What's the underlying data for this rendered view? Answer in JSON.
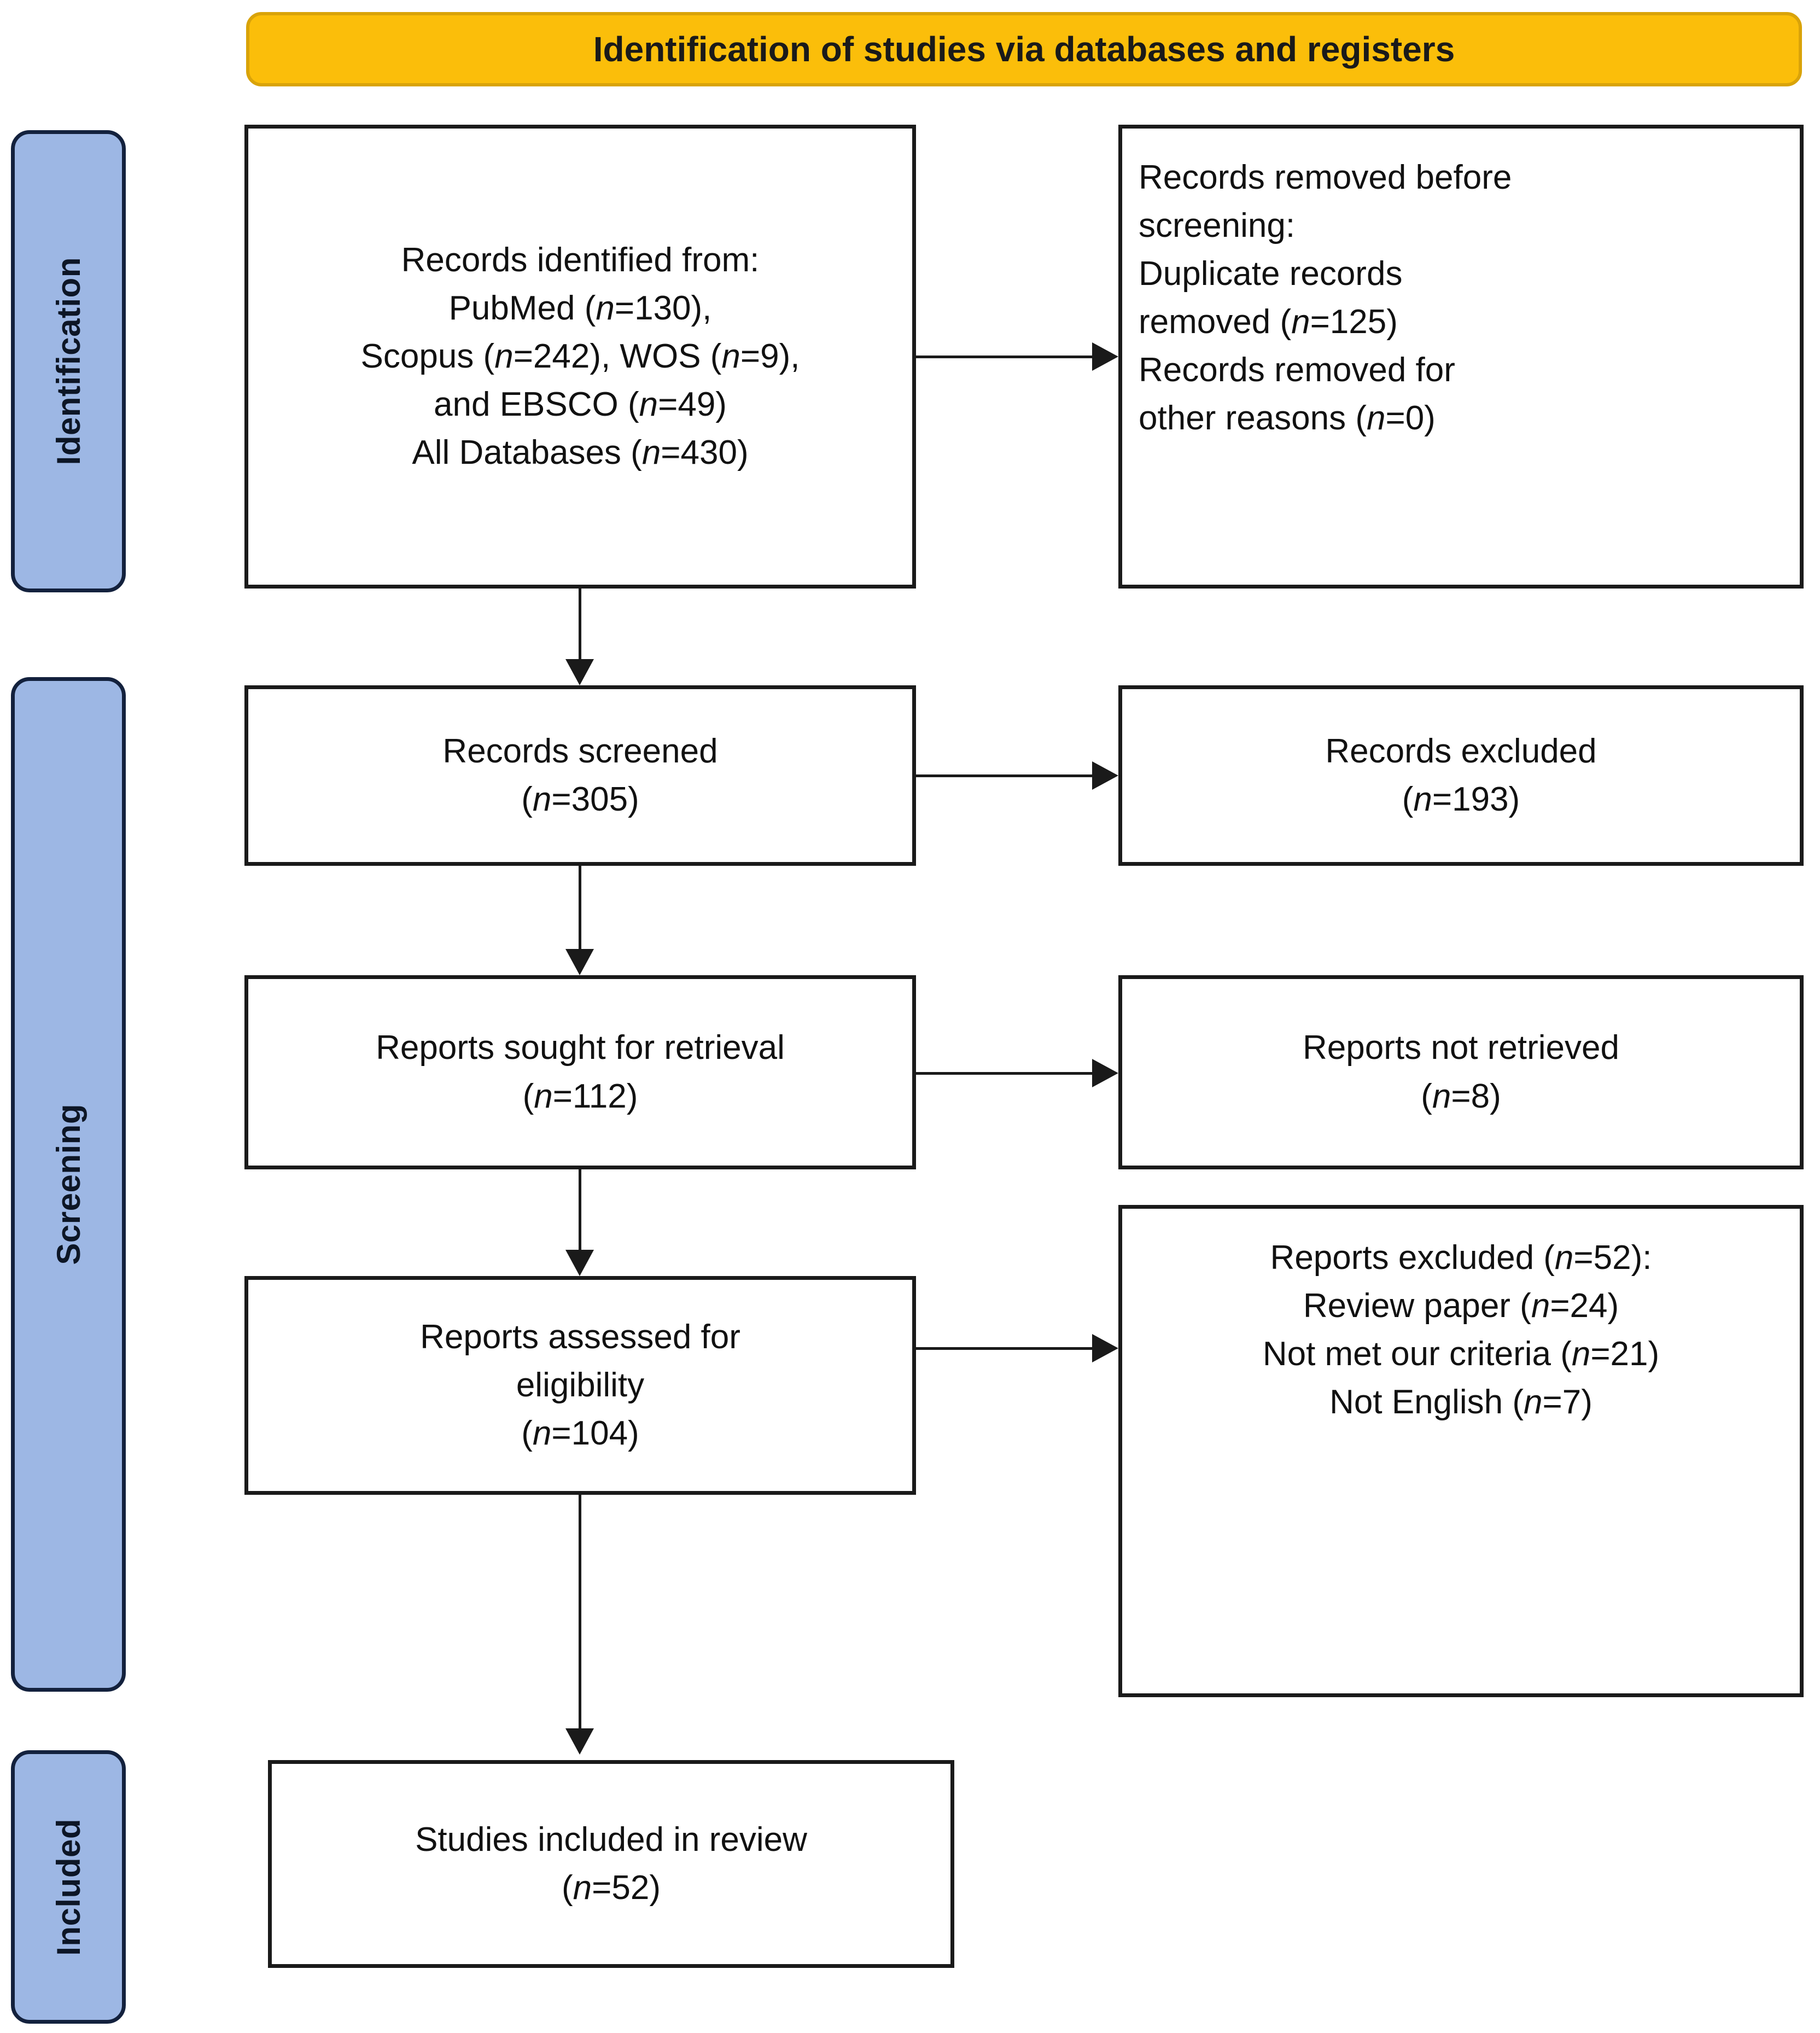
{
  "diagram": {
    "title": "Identification of studies via databases and registers",
    "type": "prisma-flow-diagram"
  },
  "phases": [
    {
      "label": "Identification"
    },
    {
      "label": "Screening"
    },
    {
      "label": "Included"
    }
  ],
  "boxes": {
    "identified": {
      "text": "Records identified from:\nPubMed (n=130),\nScopus (n=242), WOS (n=9),\nand EBSCO (n=49)\nAll Databases (n=430)"
    },
    "removed_before_screening": {
      "text": "Records removed before\nscreening:\nDuplicate records\nremoved (n=125)\nRecords removed for\nother reasons (n=0)"
    },
    "records_screened": {
      "text": "Records screened\n(n=305)"
    },
    "records_excluded": {
      "text": "Records excluded\n(n=193)"
    },
    "reports_sought": {
      "text": "Reports sought for retrieval\n(n=112)"
    },
    "reports_not_retrieved": {
      "text": "Reports not retrieved\n(n=8)"
    },
    "reports_assessed": {
      "text": "Reports assessed for\neligibility\n(n=104)"
    },
    "reports_excluded": {
      "text": "Reports excluded (n=52):\nReview paper (n=24)\nNot met our criteria (n=21)\nNot English (n=7)"
    },
    "studies_included": {
      "text": "Studies included in review\n(n=52)"
    }
  },
  "chart_data": {
    "type": "diagram",
    "title": "Identification of studies via databases and registers",
    "phases": [
      "Identification",
      "Screening",
      "Included"
    ],
    "nodes": [
      {
        "id": "identified",
        "phase": "Identification",
        "label": "Records identified from",
        "sources": [
          {
            "name": "PubMed",
            "n": 130
          },
          {
            "name": "Scopus",
            "n": 242
          },
          {
            "name": "WOS",
            "n": 9
          },
          {
            "name": "EBSCO",
            "n": 49
          },
          {
            "name": "All Databases",
            "n": 430
          }
        ]
      },
      {
        "id": "removed_before_screening",
        "phase": "Identification",
        "label": "Records removed before screening",
        "items": [
          {
            "name": "Duplicate records removed",
            "n": 125
          },
          {
            "name": "Records removed for other reasons",
            "n": 0
          }
        ]
      },
      {
        "id": "records_screened",
        "phase": "Screening",
        "label": "Records screened",
        "n": 305
      },
      {
        "id": "records_excluded",
        "phase": "Screening",
        "label": "Records excluded",
        "n": 193
      },
      {
        "id": "reports_sought",
        "phase": "Screening",
        "label": "Reports sought for retrieval",
        "n": 112
      },
      {
        "id": "reports_not_retrieved",
        "phase": "Screening",
        "label": "Reports not retrieved",
        "n": 8
      },
      {
        "id": "reports_assessed",
        "phase": "Screening",
        "label": "Reports assessed for eligibility",
        "n": 104
      },
      {
        "id": "reports_excluded",
        "phase": "Screening",
        "label": "Reports excluded",
        "n": 52,
        "items": [
          {
            "name": "Review paper",
            "n": 24
          },
          {
            "name": "Not met our criteria",
            "n": 21
          },
          {
            "name": "Not English",
            "n": 7
          }
        ]
      },
      {
        "id": "studies_included",
        "phase": "Included",
        "label": "Studies included in review",
        "n": 52
      }
    ],
    "edges": [
      {
        "from": "identified",
        "to": "removed_before_screening",
        "direction": "right"
      },
      {
        "from": "identified",
        "to": "records_screened",
        "direction": "down"
      },
      {
        "from": "records_screened",
        "to": "records_excluded",
        "direction": "right"
      },
      {
        "from": "records_screened",
        "to": "reports_sought",
        "direction": "down"
      },
      {
        "from": "reports_sought",
        "to": "reports_not_retrieved",
        "direction": "right"
      },
      {
        "from": "reports_sought",
        "to": "reports_assessed",
        "direction": "down"
      },
      {
        "from": "reports_assessed",
        "to": "reports_excluded",
        "direction": "right"
      },
      {
        "from": "reports_assessed",
        "to": "studies_included",
        "direction": "down"
      }
    ],
    "colors": {
      "banner": "#FBBE0A",
      "phase_bar": "#9DB7E4",
      "phase_bar_border": "#13213D",
      "box_border": "#1a1a1a"
    }
  }
}
